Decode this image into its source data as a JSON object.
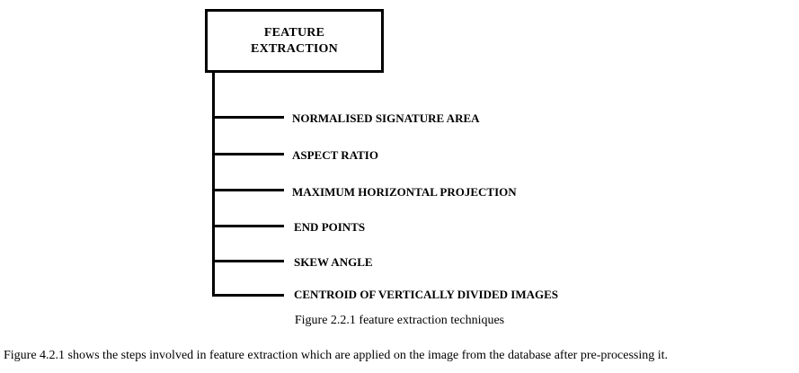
{
  "diagram": {
    "root": {
      "line1": "FEATURE",
      "line2": "EXTRACTION"
    },
    "items": [
      {
        "label": "NORMALISED SIGNATURE AREA"
      },
      {
        "label": "ASPECT RATIO"
      },
      {
        "label": "MAXIMUM HORIZONTAL PROJECTION"
      },
      {
        "label": "END POINTS"
      },
      {
        "label": "SKEW ANGLE"
      },
      {
        "label": "CENTROID OF VERTICALLY DIVIDED IMAGES"
      }
    ]
  },
  "caption": "Figure 2.2.1 feature extraction techniques",
  "body_text": "Figure 4.2.1 shows the steps involved in feature extraction which are applied on the image from the database after pre-processing it."
}
